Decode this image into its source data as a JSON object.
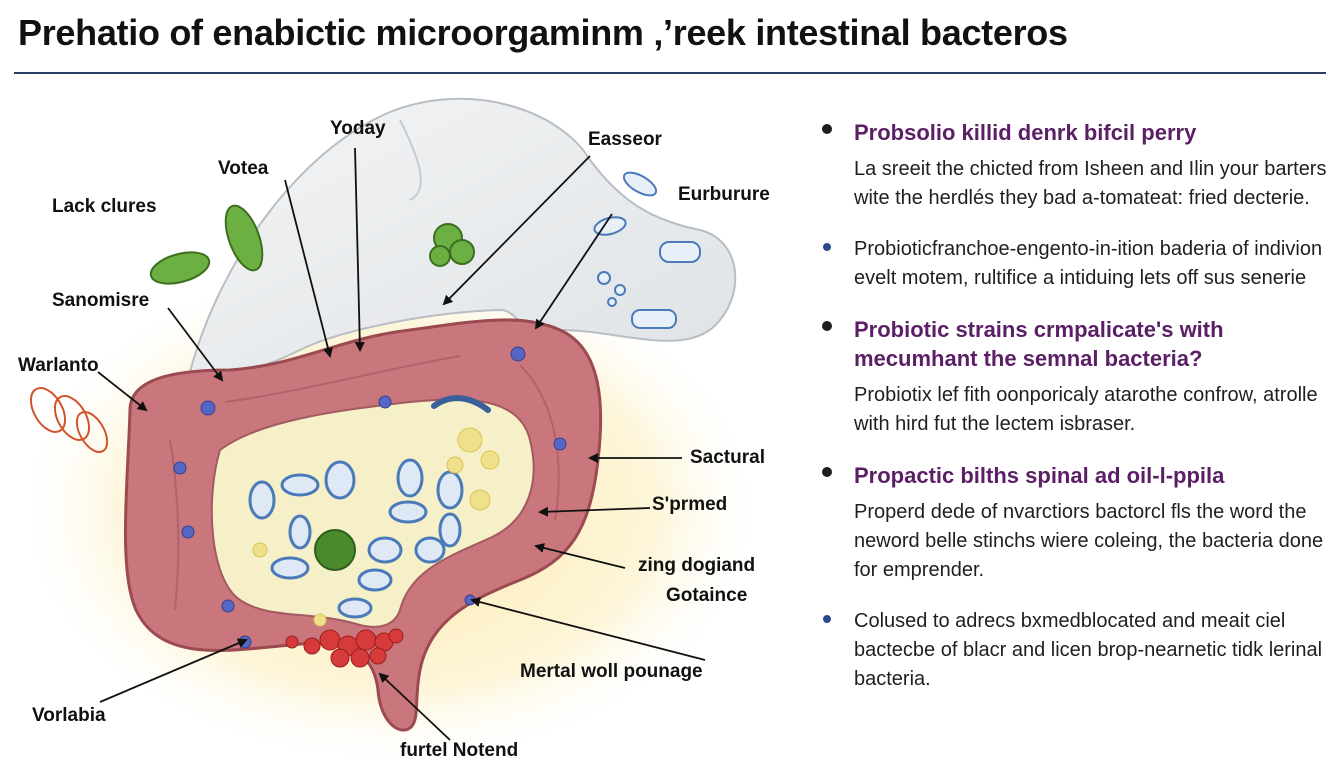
{
  "title": "Prehatio of enabictic microorgaminm ‚’reek intestinal bacteros",
  "labels": {
    "yoday": "Yoday",
    "votea": "Votea",
    "lack_clures": "Lack clures",
    "sanomisre": "Sanomisre",
    "warlanto": "Warlanto",
    "vorlabia": "Vorlabia",
    "furtel_notend": "furtel Notend",
    "easseor": "Easseor",
    "eurburure": "Eurburure",
    "sactural": "Sactural",
    "sprmed": "S'prmed",
    "zing_dogiand": "zing dogiand",
    "gotaince": "Gotaince",
    "mertal_woll_pounage": "Mertal woll pounage"
  },
  "items": [
    {
      "heading": "Probsolio killid denrk bifcil perry",
      "text": "La sreeit the chicted from Isheen and Ilin your barters wite the herdlés they bad a-tomateat: fried decterie."
    },
    {
      "heading": "",
      "text": "Probioticfranchoe-engento-in-ition baderia of indivion evelt motem, rultifice a intiduing lets off sus senerie"
    },
    {
      "heading": "Probiotic strains crmpalicate's with mecumhant the semnal bacteria?",
      "text": "Probiotix lef fith oonporicaly atarothe confrow, atrolle with hird fut the lectem isbraser."
    },
    {
      "heading": "Propactic bilths spinal ad oil-l-ppila",
      "text": "Properd dede of nvarctiors bactorcl fls the word the neword belle stinchs wiere coleing, the bacteria done for emprender."
    },
    {
      "heading": "",
      "text": "Colused to adrecs bxmedblocated and meait ciel bactecbe of blacr and licen brop-nearnetic tidk lerinal bacteria."
    }
  ],
  "colors": {
    "heading": "#5b1f66",
    "rule": "#2c3e66",
    "colon_wall": "#c9767c",
    "colon_inner": "#f6f0c8",
    "glow": "#fbe7a0",
    "bacteria_green": "#5aa23a",
    "bacteria_blue": "#4a7ab8",
    "bullet_blue": "#2b4b8c"
  }
}
